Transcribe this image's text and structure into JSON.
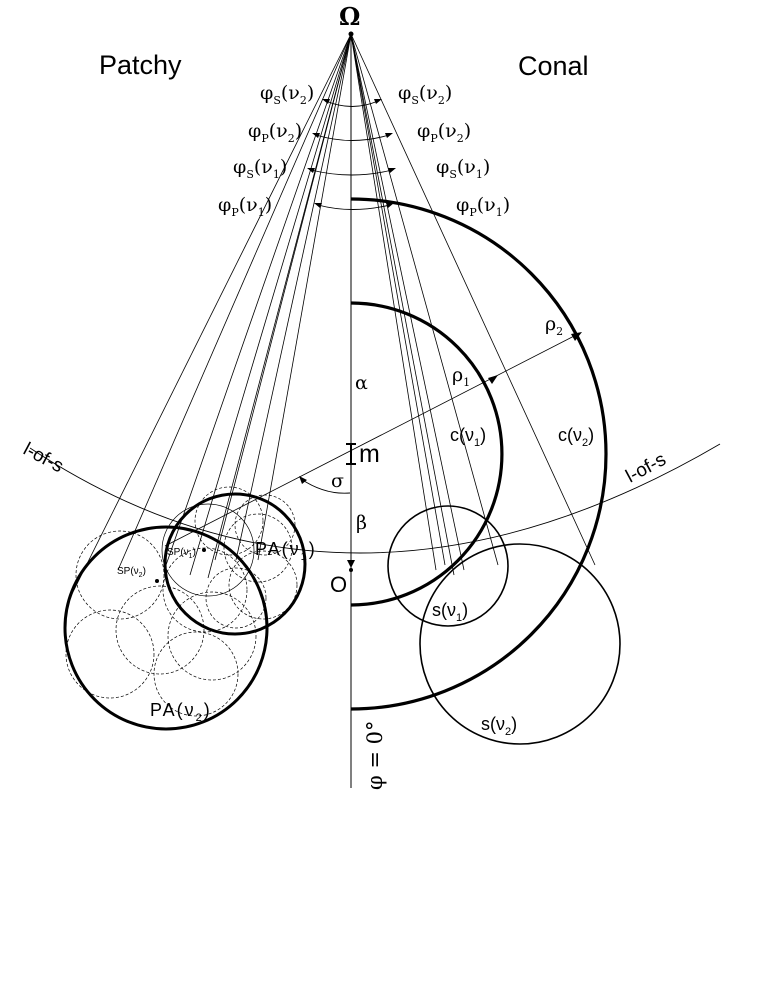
{
  "diagram": {
    "titles": {
      "omega": "Ω",
      "left": "Patchy",
      "right": "Conal"
    },
    "angle_labels_left": [
      {
        "base": "φ",
        "sub": "S",
        "arg": "(ν",
        "argsub": "2",
        "close": ")"
      },
      {
        "base": "φ",
        "sub": "P",
        "arg": "(ν",
        "argsub": "2",
        "close": ")"
      },
      {
        "base": "φ",
        "sub": "S",
        "arg": "(ν",
        "argsub": "1",
        "close": ")"
      },
      {
        "base": "φ",
        "sub": "P",
        "arg": "(ν",
        "argsub": "1",
        "close": ")"
      }
    ],
    "angle_labels_right": [
      {
        "base": "φ",
        "sub": "S",
        "arg": "(ν",
        "argsub": "2",
        "close": ")"
      },
      {
        "base": "φ",
        "sub": "P",
        "arg": "(ν",
        "argsub": "2",
        "close": ")"
      },
      {
        "base": "φ",
        "sub": "S",
        "arg": "(ν",
        "argsub": "1",
        "close": ")"
      },
      {
        "base": "φ",
        "sub": "P",
        "arg": "(ν",
        "argsub": "1",
        "close": ")"
      }
    ],
    "cone_labels": {
      "rho1": {
        "base": "ρ",
        "sub": "1"
      },
      "rho2": {
        "base": "ρ",
        "sub": "2"
      },
      "c1": {
        "base": "c(ν",
        "sub": "1",
        "close": ")"
      },
      "c2": {
        "base": "c(ν",
        "sub": "2",
        "close": ")"
      }
    },
    "axis_labels": {
      "alpha": "α",
      "beta": "β",
      "sigma": "σ",
      "m": "m",
      "o": "O",
      "phi_zero": "φ = 0°"
    },
    "line_of_sight": {
      "left": "l-of-s",
      "right": "l-of-s"
    },
    "patch_labels": {
      "pa1": {
        "base": "PA(ν",
        "sub": "1",
        "close": ")"
      },
      "pa2": {
        "base": "PA(ν",
        "sub": "2",
        "close": ")"
      },
      "sp1": {
        "base": "SP(ν",
        "sub": "1",
        "close": ")"
      },
      "sp2": {
        "base": "SP(ν",
        "sub": "2",
        "close": ")"
      }
    },
    "spot_labels": {
      "s1": {
        "base": "s(ν",
        "sub": "1",
        "close": ")"
      },
      "s2": {
        "base": "s(ν",
        "sub": "2",
        "close": ")"
      }
    }
  }
}
